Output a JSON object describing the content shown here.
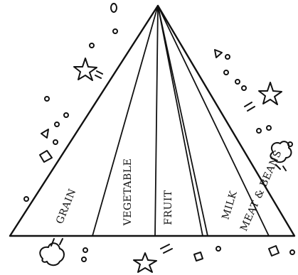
{
  "pyramid": {
    "bands": [
      {
        "label": "GRAIN"
      },
      {
        "label": "VEGETABLE"
      },
      {
        "label": "FRUIT"
      },
      {
        "label": "MILK"
      },
      {
        "label": "MEAT & BEANS"
      }
    ],
    "line_color": "#111111",
    "background_color": "#ffffff"
  },
  "decorations": {
    "icons": [
      "star-icon",
      "circle-icon",
      "triangle-icon",
      "square-icon",
      "swirl-icon",
      "motion-lines-icon"
    ]
  }
}
